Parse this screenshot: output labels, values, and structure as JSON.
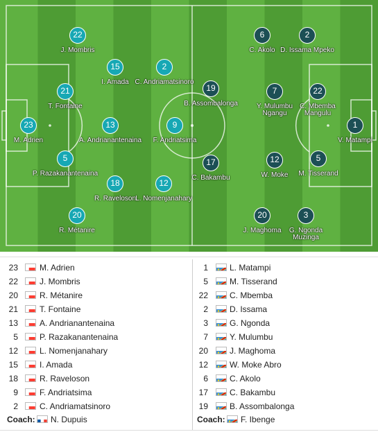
{
  "colors": {
    "home_disc": "#17a8b4",
    "away_disc": "#1c4f55",
    "pitch_light": "#5fb141",
    "pitch_dark": "#4e9c34"
  },
  "pitch": {
    "home_players": [
      {
        "number": "22",
        "name": "J. Mombris"
      },
      {
        "number": "15",
        "name": "I. Amada"
      },
      {
        "number": "2",
        "name": "C. Andriamatsinoro"
      },
      {
        "number": "21",
        "name": "T. Fontaine"
      },
      {
        "number": "23",
        "name": "M. Adrien"
      },
      {
        "number": "13",
        "name": "A. Andrianantenaina"
      },
      {
        "number": "9",
        "name": "F. Andriatsima"
      },
      {
        "number": "5",
        "name": "P. Razakanantenaina"
      },
      {
        "number": "18",
        "name": "R. Raveloson"
      },
      {
        "number": "12",
        "name": "L. Nomenjanahary"
      },
      {
        "number": "20",
        "name": "R. Métanire"
      }
    ],
    "away_players": [
      {
        "number": "6",
        "name": "C. Akolo"
      },
      {
        "number": "2",
        "name": "D. Issama Mpeko"
      },
      {
        "number": "19",
        "name": "B. Assombalonga"
      },
      {
        "number": "7",
        "name": "Y. Mulumbu Ngangu"
      },
      {
        "number": "22",
        "name": "C. Mbemba Mangulu"
      },
      {
        "number": "1",
        "name": "V. Matampi"
      },
      {
        "number": "17",
        "name": "C. Bakambu"
      },
      {
        "number": "12",
        "name": "W. Moke"
      },
      {
        "number": "5",
        "name": "M. Tisserand"
      },
      {
        "number": "20",
        "name": "J. Maghoma"
      },
      {
        "number": "3",
        "name": "G. Ngonda Muzinga"
      }
    ]
  },
  "lineup": {
    "home": [
      {
        "number": "23",
        "name": "M. Adrien",
        "flag": "madagascar-flag-icon"
      },
      {
        "number": "22",
        "name": "J. Mombris",
        "flag": "madagascar-flag-icon"
      },
      {
        "number": "20",
        "name": "R. Métanire",
        "flag": "madagascar-flag-icon"
      },
      {
        "number": "21",
        "name": "T. Fontaine",
        "flag": "madagascar-flag-icon"
      },
      {
        "number": "13",
        "name": "A. Andrianantenaina",
        "flag": "madagascar-flag-icon"
      },
      {
        "number": "5",
        "name": "P. Razakanantenaina",
        "flag": "madagascar-flag-icon"
      },
      {
        "number": "12",
        "name": "L. Nomenjanahary",
        "flag": "madagascar-flag-icon"
      },
      {
        "number": "15",
        "name": "I. Amada",
        "flag": "madagascar-flag-icon"
      },
      {
        "number": "18",
        "name": "R. Raveloson",
        "flag": "madagascar-flag-icon"
      },
      {
        "number": "9",
        "name": "F. Andriatsima",
        "flag": "madagascar-flag-icon"
      },
      {
        "number": "2",
        "name": "C. Andriamatsinoro",
        "flag": "madagascar-flag-icon"
      }
    ],
    "away": [
      {
        "number": "1",
        "name": "L. Matampi",
        "flag": "dr-congo-flag-icon"
      },
      {
        "number": "5",
        "name": "M. Tisserand",
        "flag": "dr-congo-flag-icon"
      },
      {
        "number": "22",
        "name": "C. Mbemba",
        "flag": "dr-congo-flag-icon"
      },
      {
        "number": "2",
        "name": "D. Issama",
        "flag": "dr-congo-flag-icon"
      },
      {
        "number": "3",
        "name": "G. Ngonda",
        "flag": "dr-congo-flag-icon"
      },
      {
        "number": "7",
        "name": "Y. Mulumbu",
        "flag": "dr-congo-flag-icon"
      },
      {
        "number": "20",
        "name": "J. Maghoma",
        "flag": "dr-congo-flag-icon"
      },
      {
        "number": "12",
        "name": "W. Moke Abro",
        "flag": "dr-congo-flag-icon"
      },
      {
        "number": "6",
        "name": "C. Akolo",
        "flag": "dr-congo-flag-icon"
      },
      {
        "number": "17",
        "name": "C. Bakambu",
        "flag": "dr-congo-flag-icon"
      },
      {
        "number": "19",
        "name": "B. Assombalonga",
        "flag": "dr-congo-flag-icon"
      }
    ],
    "coach_label": "Coach:",
    "home_coach": {
      "name": "N. Dupuis",
      "flag": "france-flag-icon"
    },
    "away_coach": {
      "name": "F. Ibenge",
      "flag": "dr-congo-flag-icon"
    }
  }
}
